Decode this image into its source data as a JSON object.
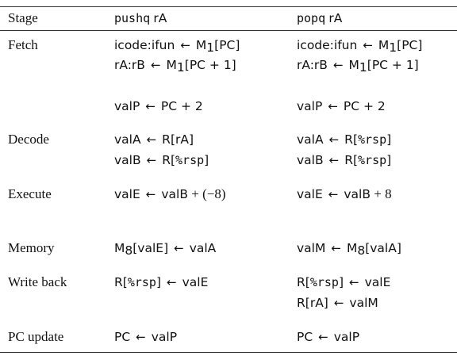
{
  "header": {
    "stage": "Stage",
    "col_push": {
      "op": "pushq",
      "reg": "rA"
    },
    "col_pop": {
      "op": "popq",
      "reg": "rA"
    }
  },
  "rows": {
    "fetch": {
      "stage": "Fetch",
      "push": [
        {
          "lhs": "icode:ifun",
          "rhs": "M",
          "sub": "1",
          "tail": "[PC]"
        },
        {
          "lhs": "rA:rB",
          "rhs": "M",
          "sub": "1",
          "tail": "[PC + 1]"
        },
        {
          "lhs": "valP",
          "rhs": "PC + 2"
        }
      ],
      "pop": [
        {
          "lhs": "icode:ifun",
          "rhs": "M",
          "sub": "1",
          "tail": "[PC]"
        },
        {
          "lhs": "rA:rB",
          "rhs": "M",
          "sub": "1",
          "tail": "[PC + 1]"
        },
        {
          "lhs": "valP",
          "rhs": "PC + 2"
        }
      ]
    },
    "decode": {
      "stage": "Decode",
      "push": [
        {
          "lhs": "valA",
          "rhs": "R[rA]"
        },
        {
          "lhs": "valB",
          "rhs": "R[",
          "reg": "%rsp",
          "tail": "]"
        }
      ],
      "pop": [
        {
          "lhs": "valA",
          "rhs": "R[",
          "reg": "%rsp",
          "tail": "]"
        },
        {
          "lhs": "valB",
          "rhs": "R[",
          "reg": "%rsp",
          "tail": "]"
        }
      ]
    },
    "execute": {
      "stage": "Execute",
      "push": [
        {
          "lhs": "valE",
          "rhs": "valB",
          "tail": " + (−8)"
        }
      ],
      "pop": [
        {
          "lhs": "valE",
          "rhs": "valB",
          "tail": " + 8"
        }
      ]
    },
    "memory": {
      "stage": "Memory",
      "push": [
        {
          "lhs": "M",
          "lsub": "8",
          "ltail": "[valE]",
          "rhs": "valA"
        }
      ],
      "pop": [
        {
          "lhs": "valM",
          "rhs": "M",
          "sub": "8",
          "tail": "[valA]"
        }
      ]
    },
    "writeback": {
      "stage": "Write back",
      "push": [
        {
          "lhs": "R[",
          "lreg": "%rsp",
          "ltail": "]",
          "rhs": "valE"
        }
      ],
      "pop": [
        {
          "lhs": "R[",
          "lreg": "%rsp",
          "ltail": "]",
          "rhs": "valE"
        },
        {
          "lhs": "R[rA]",
          "rhs": "valM"
        }
      ]
    },
    "pcupdate": {
      "stage": "PC update",
      "push": [
        {
          "lhs": "PC",
          "rhs": "valP"
        }
      ],
      "pop": [
        {
          "lhs": "PC",
          "rhs": "valP"
        }
      ]
    }
  },
  "arrow_glyph": "←"
}
